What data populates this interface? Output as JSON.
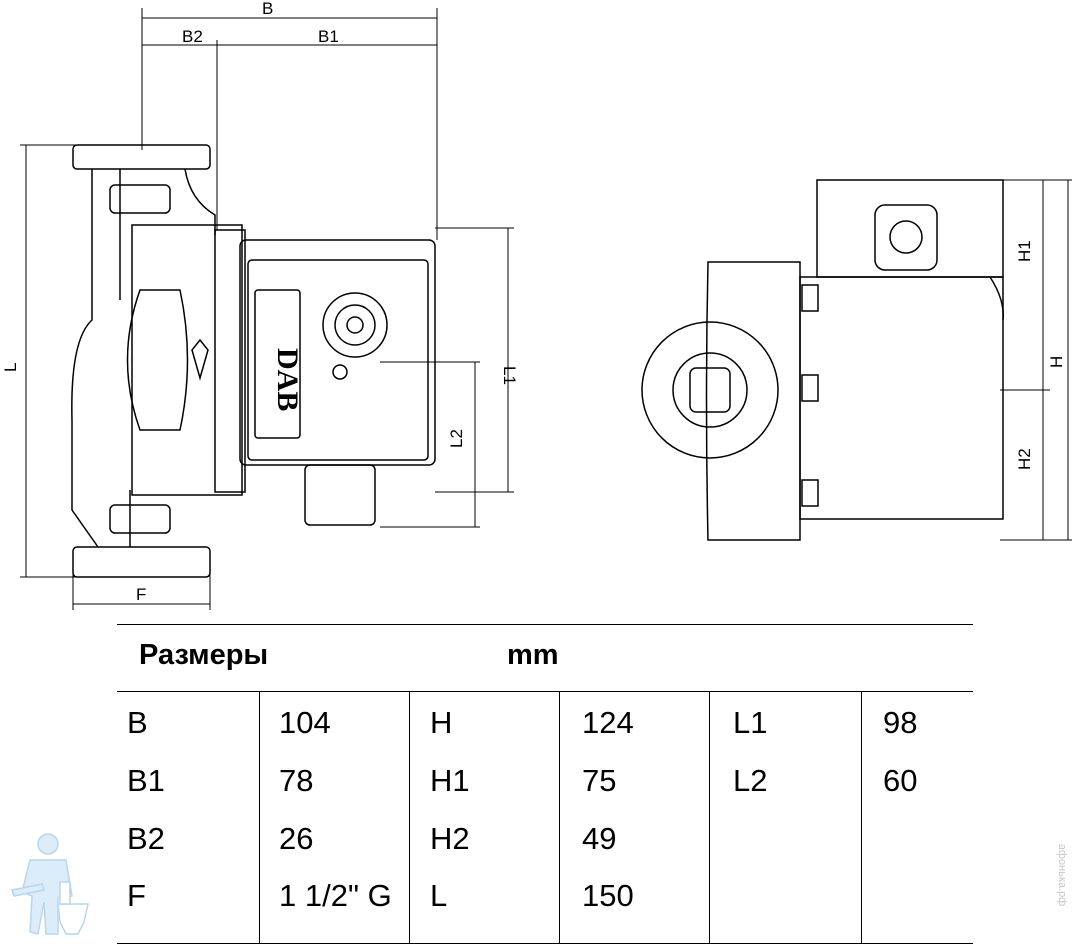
{
  "dimensions": {
    "B": "B",
    "B1": "B1",
    "B2": "B2",
    "F": "F",
    "L": "L",
    "L1": "L1",
    "L2": "L2",
    "H": "H",
    "H1": "H1",
    "H2": "H2"
  },
  "logo_text": "DAB",
  "table": {
    "title": "Размеры",
    "unit": "mm",
    "columns": [
      {
        "rows": [
          {
            "label": "B",
            "value": "104"
          },
          {
            "label": "B1",
            "value": "78"
          },
          {
            "label": "B2",
            "value": "26"
          },
          {
            "label": "F",
            "value": "1 1/2\" G"
          }
        ]
      },
      {
        "rows": [
          {
            "label": "H",
            "value": "124"
          },
          {
            "label": "H1",
            "value": "75"
          },
          {
            "label": "H2",
            "value": "49"
          },
          {
            "label": "L",
            "value": "150"
          }
        ]
      },
      {
        "rows": [
          {
            "label": "L1",
            "value": "98"
          },
          {
            "label": "L2",
            "value": "60"
          }
        ]
      }
    ]
  },
  "watermark": "афонька.рф",
  "colors": {
    "line": "#000000",
    "mascot": "#cfe6f7"
  }
}
